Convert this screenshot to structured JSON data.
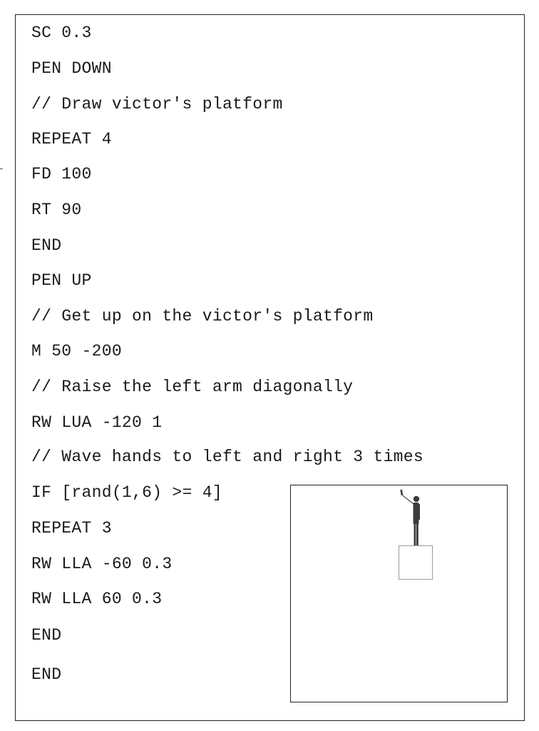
{
  "code_lines": [
    "SC 0.3",
    "PEN DOWN",
    "// Draw victor's platform",
    "REPEAT 4",
    "FD 100",
    "RT 90",
    "END",
    "PEN UP",
    "// Get up on the victor's platform",
    "M 50 -200",
    "// Raise the left arm diagonally",
    "RW LUA -120 1",
    "// Wave hands to left and right 3 times",
    "IF [rand(1,6) >= 4]",
    "REPEAT 3",
    "RW LLA -60 0.3",
    "RW LLA 60 0.3",
    "END",
    "END"
  ],
  "preview": {
    "figure_color": "#3c3c3c",
    "platform_color": "#9a9a9a"
  }
}
